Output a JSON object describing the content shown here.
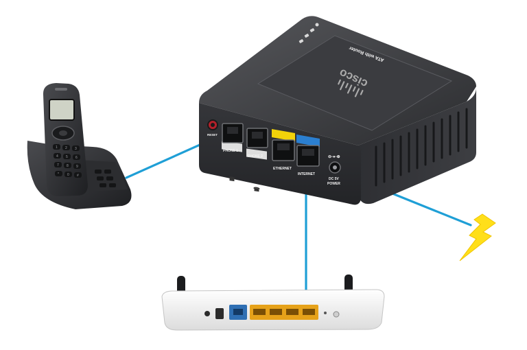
{
  "device": {
    "brand_logo": "cisco",
    "model_label": "ATA with Router",
    "ports": {
      "phone1": "PHONE 1",
      "phone2": "PHONE 2",
      "ethernet": "ETHERNET",
      "internet": "INTERNET",
      "power_top": "DC 5V",
      "power_bottom": "POWER",
      "reset": "RESET"
    }
  },
  "colors": {
    "cable": "#1f9fd6",
    "lightning": "#ffdf1a",
    "ethernet_accent": "#f2d20a",
    "internet_accent": "#2b7fd0",
    "router_lan_ports": "#e6a21a",
    "router_wan_port": "#2f6fb3",
    "device_body": "#3a3b3e"
  },
  "icons": {
    "power": "lightning-bolt-icon",
    "phone": "cordless-phone-icon"
  }
}
